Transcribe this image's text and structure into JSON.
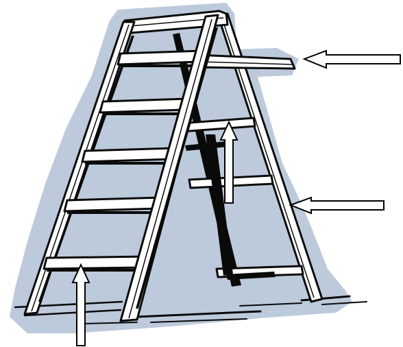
{
  "figure": {
    "subject": "stepladder",
    "colors": {
      "backdrop": "#bccadb",
      "outline": "#0a0a0a",
      "wood_face": "#ffffff",
      "arrow_fill": "#ffffff",
      "arrow_stroke": "#000000"
    }
  },
  "callouts": [
    {
      "id": "top-cap",
      "direction": "left-pointing"
    },
    {
      "id": "rear-step",
      "direction": "up-pointing"
    },
    {
      "id": "rear-rail",
      "direction": "left-pointing"
    },
    {
      "id": "front-step",
      "direction": "up-pointing"
    }
  ]
}
